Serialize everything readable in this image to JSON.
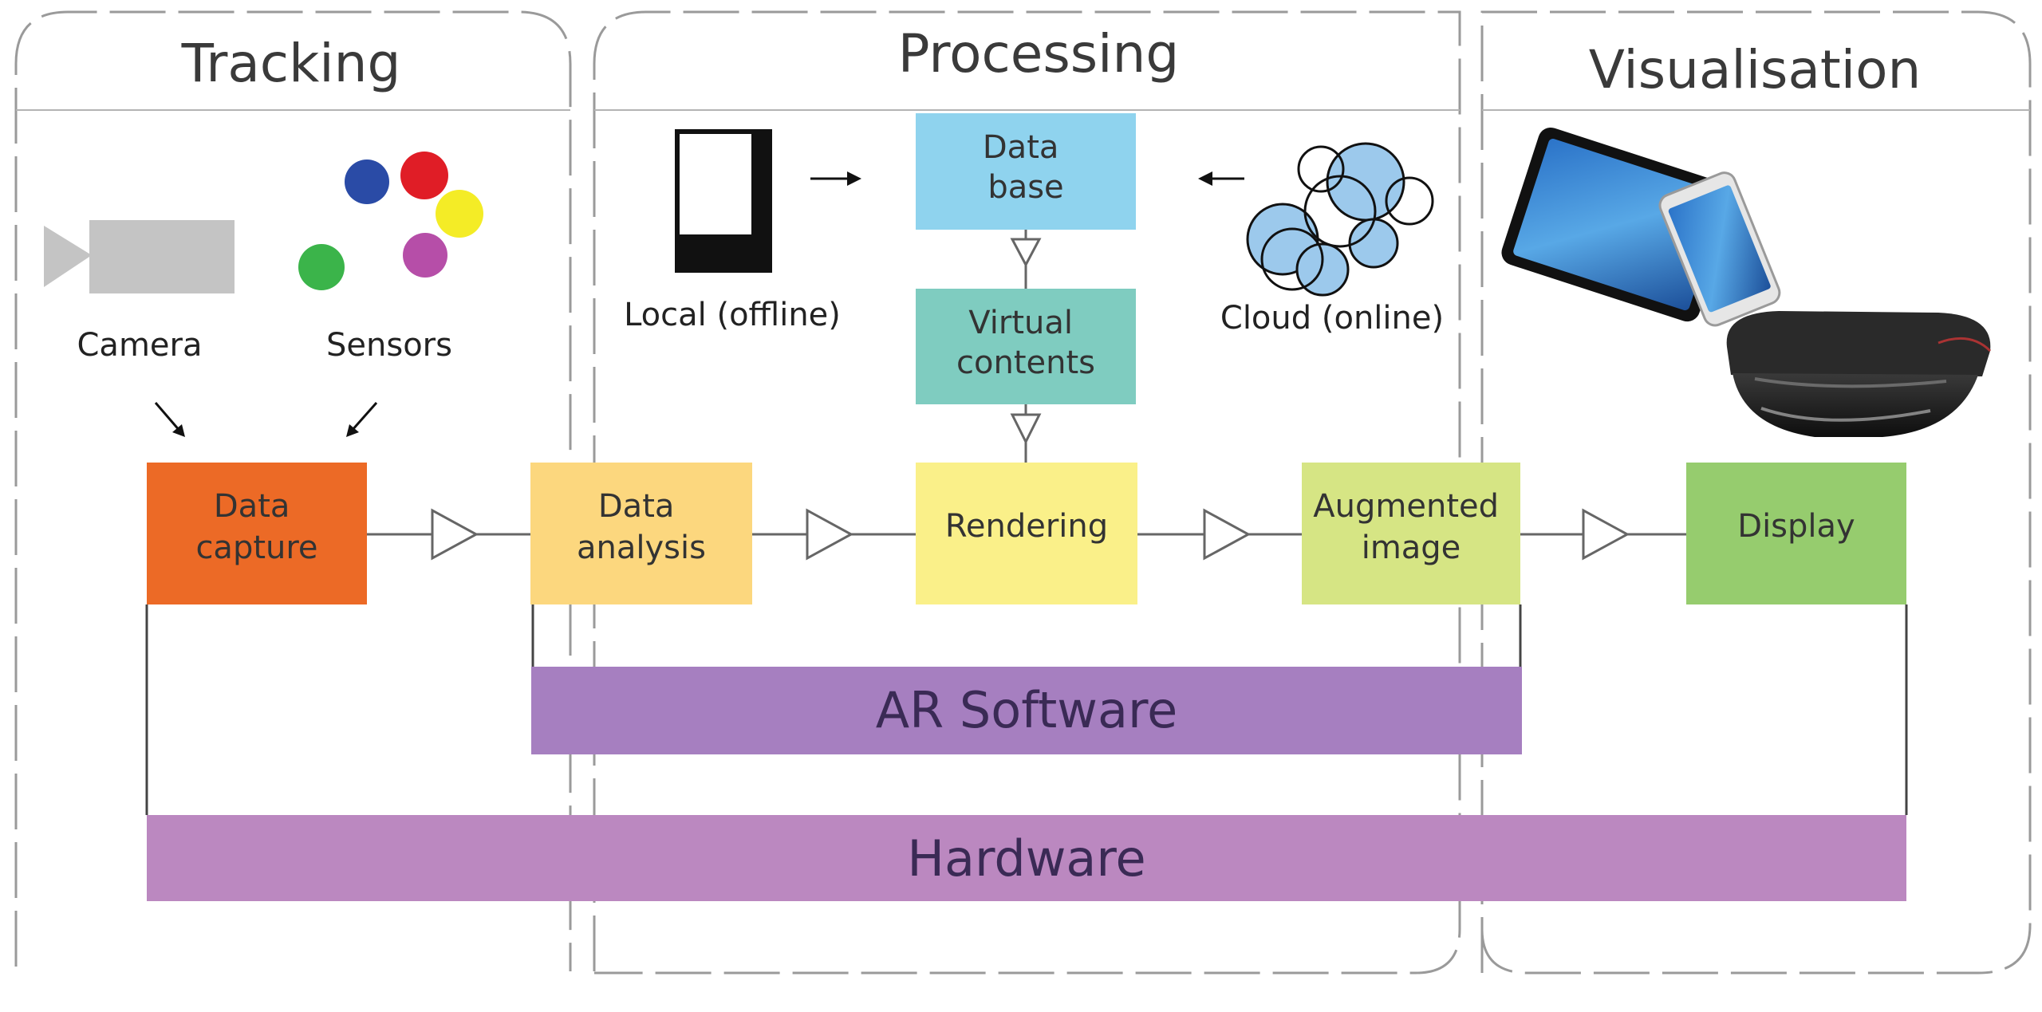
{
  "sections": {
    "tracking": "Tracking",
    "processing": "Processing",
    "visualisation": "Visualisation"
  },
  "inputs": {
    "camera": "Camera",
    "sensors": "Sensors",
    "local": "Local (offline)",
    "cloud": "Cloud (online)"
  },
  "boxes": {
    "database": [
      "Data",
      "base"
    ],
    "virtual_contents": [
      "Virtual",
      "contents"
    ],
    "data_capture": [
      "Data",
      "capture"
    ],
    "data_analysis": [
      "Data",
      "analysis"
    ],
    "rendering": [
      "Rendering"
    ],
    "augmented_image": [
      "Augmented",
      "image"
    ],
    "display": [
      "Display"
    ]
  },
  "bars": {
    "ar_software": "AR Software",
    "hardware": "Hardware"
  },
  "colors": {
    "data_capture": "#ec6a26",
    "data_analysis": "#fcd77e",
    "rendering": "#faf089",
    "augmented_image": "#d6e584",
    "display": "#96cc6e",
    "database": "#8fd3ee",
    "virtual_contents": "#7fccc0",
    "ar_software": "#a67fc0",
    "hardware": "#bb88c0",
    "sensor_blue": "#2a4ba6",
    "sensor_red": "#e01d26",
    "sensor_yellow": "#f4ec26",
    "sensor_magenta": "#b64ea8",
    "sensor_green": "#3bb44a"
  }
}
